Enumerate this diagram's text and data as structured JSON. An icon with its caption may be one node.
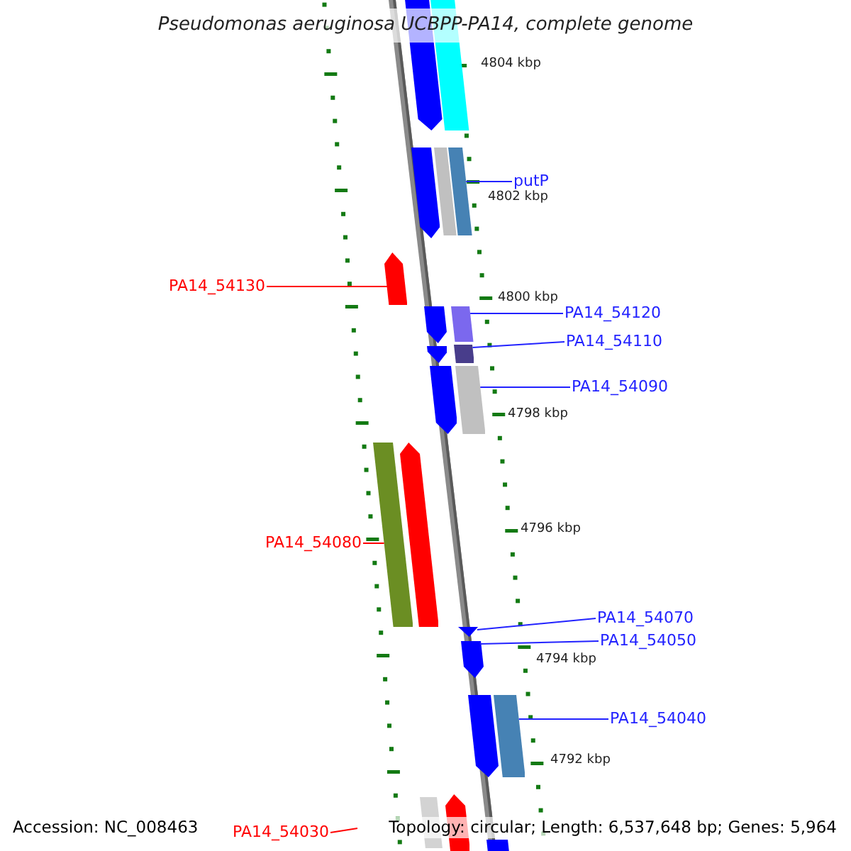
{
  "diagram": {
    "title": "Pseudomonas aeruginosa UCBPP-PA14, complete genome",
    "nodes": [
      {
        "text": [
          "putP"
        ]
      },
      {
        "text": [
          "PA14_54130"
        ]
      },
      {
        "text": [
          "PA14_54120"
        ]
      },
      {
        "text": [
          "PA14_54110"
        ]
      },
      {
        "text": [
          "PA14_54090"
        ]
      },
      {
        "text": [
          "PA14_54080"
        ]
      },
      {
        "text": [
          "PA14_54070"
        ]
      },
      {
        "text": [
          "PA14_54050"
        ]
      },
      {
        "text": [
          "PA14_54040"
        ]
      },
      {
        "text": [
          "PA14_54030"
        ]
      },
      {
        "text": [],
        "shape": "bar"
      },
      {
        "text": [],
        "shape": "bar"
      },
      {
        "text": [],
        "shape": "bar"
      },
      {
        "text": [],
        "shape": "bar"
      },
      {
        "text": [],
        "shape": "bar"
      },
      {
        "text": [],
        "shape": "bar"
      },
      {
        "text": [],
        "shape": "bar"
      },
      {
        "text": [],
        "shape": "bar"
      },
      {
        "text": [],
        "shape": "bar"
      },
      {
        "text": [],
        "shape": "bar"
      },
      {
        "text": [],
        "shape": "bar"
      },
      {
        "text": [],
        "shape": "bar"
      },
      {
        "text": [],
        "shape": "bar"
      },
      {
        "text": [],
        "shape": "bar"
      },
      {
        "text": [],
        "shape": "bar"
      },
      {
        "text": [],
        "shape": "bar"
      },
      {
        "text": [],
        "shape": "bar"
      },
      {
        "text": [],
        "shape": "bar"
      },
      {
        "text": [],
        "shape": "bar"
      },
      {
        "text": [],
        "shape": "bar"
      },
      {
        "text": [],
        "shape": "bar"
      }
    ],
    "edges": [
      {
        "from": 0,
        "to": 10,
        "arrow": "none"
      },
      {
        "from": 1,
        "to": 11,
        "arrow": "none",
        "color": "#ff0000"
      },
      {
        "from": 2,
        "to": 12,
        "arrow": "none"
      },
      {
        "from": 3,
        "to": 13,
        "arrow": "none"
      },
      {
        "from": 4,
        "to": 14,
        "arrow": "none"
      },
      {
        "from": 5,
        "to": 15,
        "arrow": "none",
        "color": "#ff0000"
      },
      {
        "from": 6,
        "to": 16,
        "arrow": "none"
      },
      {
        "from": 7,
        "to": 17,
        "arrow": "none"
      },
      {
        "from": 8,
        "to": 18,
        "arrow": "none"
      },
      {
        "from": 9,
        "to": null,
        "arrow": "none",
        "color": "#ff0000"
      }
    ],
    "labels": [
      "4804 kbp",
      "4802 kbp",
      "4800 kbp",
      "4798 kbp",
      "4796 kbp",
      "4794 kbp",
      "4792 kbp",
      "Accession: NC_008463",
      "Topology: circular; Length: 6,537,648 bp; Genes: 5,964"
    ]
  }
}
